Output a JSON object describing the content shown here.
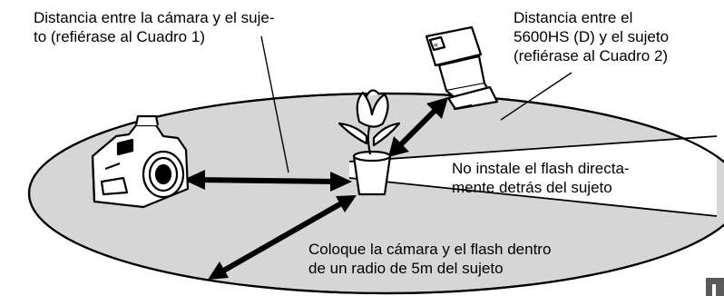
{
  "labels": {
    "camera_subject_line1": "Distancia entre la cámara y el suje-",
    "camera_subject_line2": "to (refiérase al Cuadro 1)",
    "flash_subject_line1": "Distancia entre el",
    "flash_subject_line2": "5600HS (D) y el sujeto",
    "flash_subject_line3": "(refiérase al Cuadro 2)",
    "no_behind_line1": "No instale el flash directa-",
    "no_behind_line2": "mente detrás del sujeto",
    "radius_line1": "Coloque la cámara y el flash dentro",
    "radius_line2": "de un radio de 5m del sujeto"
  },
  "icons": [
    "camera-icon",
    "flash-unit-icon",
    "flower-pot-icon",
    "corner-page-mark-icon"
  ],
  "colors": {
    "shaded_area": "#d6d6d6",
    "ink": "#000000",
    "paper": "#ffffff"
  }
}
